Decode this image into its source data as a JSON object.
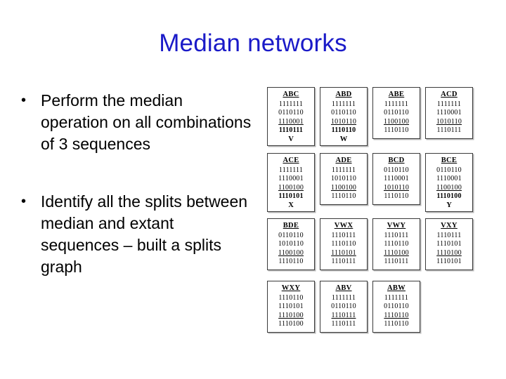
{
  "slide": {
    "title": "Median networks",
    "title_color": "#1a1ac8",
    "background_color": "#ffffff",
    "body_text_color": "#000000"
  },
  "bullets": [
    {
      "marker": "•",
      "text": "Perform the median operation on all combinations of 3 sequences"
    },
    {
      "marker": "•",
      "text": "Identify all the splits between median and extant sequences – built a splits graph"
    }
  ],
  "figure": {
    "name": "median-combination-boxes",
    "columns": 4,
    "boxes": [
      {
        "header": "ABC",
        "rows": [
          {
            "value": "1111111",
            "underline": false,
            "bold": false
          },
          {
            "value": "0110110",
            "underline": false,
            "bold": false
          },
          {
            "value": "1110001",
            "underline": true,
            "bold": false
          },
          {
            "value": "1110111",
            "underline": false,
            "bold": true
          }
        ],
        "label": "V",
        "col": 1,
        "row": 1
      },
      {
        "header": "ABD",
        "rows": [
          {
            "value": "1111111",
            "underline": false,
            "bold": false
          },
          {
            "value": "0110110",
            "underline": false,
            "bold": false
          },
          {
            "value": "1010110",
            "underline": true,
            "bold": false
          },
          {
            "value": "1110110",
            "underline": false,
            "bold": true
          }
        ],
        "label": "W",
        "col": 2,
        "row": 1
      },
      {
        "header": "ABE",
        "rows": [
          {
            "value": "1111111",
            "underline": false,
            "bold": false
          },
          {
            "value": "0110110",
            "underline": false,
            "bold": false
          },
          {
            "value": "1100100",
            "underline": true,
            "bold": false
          },
          {
            "value": "1110110",
            "underline": false,
            "bold": false
          }
        ],
        "label": "",
        "col": 3,
        "row": 1
      },
      {
        "header": "ACD",
        "rows": [
          {
            "value": "1111111",
            "underline": false,
            "bold": false
          },
          {
            "value": "1110001",
            "underline": false,
            "bold": false
          },
          {
            "value": "1010110",
            "underline": true,
            "bold": false
          },
          {
            "value": "1110111",
            "underline": false,
            "bold": false
          }
        ],
        "label": "",
        "col": 4,
        "row": 1
      },
      {
        "header": "ACE",
        "rows": [
          {
            "value": "1111111",
            "underline": false,
            "bold": false
          },
          {
            "value": "1110001",
            "underline": false,
            "bold": false
          },
          {
            "value": "1100100",
            "underline": true,
            "bold": false
          },
          {
            "value": "1110101",
            "underline": false,
            "bold": true
          }
        ],
        "label": "X",
        "col": 1,
        "row": 2
      },
      {
        "header": "ADE",
        "rows": [
          {
            "value": "1111111",
            "underline": false,
            "bold": false
          },
          {
            "value": "1010110",
            "underline": false,
            "bold": false
          },
          {
            "value": "1100100",
            "underline": true,
            "bold": false
          },
          {
            "value": "1110110",
            "underline": false,
            "bold": false
          }
        ],
        "label": "",
        "col": 2,
        "row": 2
      },
      {
        "header": "BCD",
        "rows": [
          {
            "value": "0110110",
            "underline": false,
            "bold": false
          },
          {
            "value": "1110001",
            "underline": false,
            "bold": false
          },
          {
            "value": "1010110",
            "underline": true,
            "bold": false
          },
          {
            "value": "1110110",
            "underline": false,
            "bold": false
          }
        ],
        "label": "",
        "col": 3,
        "row": 2
      },
      {
        "header": "BCE",
        "rows": [
          {
            "value": "0110110",
            "underline": false,
            "bold": false
          },
          {
            "value": "1110001",
            "underline": false,
            "bold": false
          },
          {
            "value": "1100100",
            "underline": true,
            "bold": false
          },
          {
            "value": "1110100",
            "underline": false,
            "bold": true
          }
        ],
        "label": "Y",
        "col": 4,
        "row": 2
      },
      {
        "header": "BDE",
        "rows": [
          {
            "value": "0110110",
            "underline": false,
            "bold": false
          },
          {
            "value": "1010110",
            "underline": false,
            "bold": false
          },
          {
            "value": "1100100",
            "underline": true,
            "bold": false
          },
          {
            "value": "1110110",
            "underline": false,
            "bold": false
          }
        ],
        "label": "",
        "col": 1,
        "row": 3
      },
      {
        "header": "VWX",
        "rows": [
          {
            "value": "1110111",
            "underline": false,
            "bold": false
          },
          {
            "value": "1110110",
            "underline": false,
            "bold": false
          },
          {
            "value": "1110101",
            "underline": true,
            "bold": false
          },
          {
            "value": "1110111",
            "underline": false,
            "bold": false
          }
        ],
        "label": "",
        "col": 2,
        "row": 3
      },
      {
        "header": "VWY",
        "rows": [
          {
            "value": "1110111",
            "underline": false,
            "bold": false
          },
          {
            "value": "1110110",
            "underline": false,
            "bold": false
          },
          {
            "value": "1110100",
            "underline": true,
            "bold": false
          },
          {
            "value": "1110111",
            "underline": false,
            "bold": false
          }
        ],
        "label": "",
        "col": 3,
        "row": 3
      },
      {
        "header": "VXY",
        "rows": [
          {
            "value": "1110111",
            "underline": false,
            "bold": false
          },
          {
            "value": "1110101",
            "underline": false,
            "bold": false
          },
          {
            "value": "1110100",
            "underline": true,
            "bold": false
          },
          {
            "value": "1110101",
            "underline": false,
            "bold": false
          }
        ],
        "label": "",
        "col": 4,
        "row": 3
      },
      {
        "header": "WXY",
        "rows": [
          {
            "value": "1110110",
            "underline": false,
            "bold": false
          },
          {
            "value": "1110101",
            "underline": false,
            "bold": false
          },
          {
            "value": "1110100",
            "underline": true,
            "bold": false
          },
          {
            "value": "1110100",
            "underline": false,
            "bold": false
          }
        ],
        "label": "",
        "col": 1,
        "row": 4
      },
      {
        "header": "ABV",
        "rows": [
          {
            "value": "1111111",
            "underline": false,
            "bold": false
          },
          {
            "value": "0110110",
            "underline": false,
            "bold": false
          },
          {
            "value": "1110111",
            "underline": true,
            "bold": false
          },
          {
            "value": "1110111",
            "underline": false,
            "bold": false
          }
        ],
        "label": "",
        "col": 2,
        "row": 4
      },
      {
        "header": "ABW",
        "rows": [
          {
            "value": "1111111",
            "underline": false,
            "bold": false
          },
          {
            "value": "0110110",
            "underline": false,
            "bold": false
          },
          {
            "value": "1110110",
            "underline": true,
            "bold": false
          },
          {
            "value": "1110110",
            "underline": false,
            "bold": false
          }
        ],
        "label": "",
        "col": 3,
        "row": 4
      }
    ]
  }
}
